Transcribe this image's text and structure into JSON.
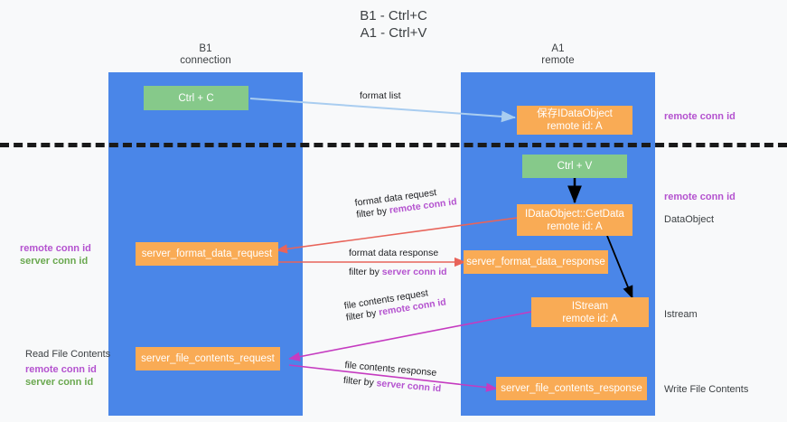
{
  "title": {
    "line1": "B1 - Ctrl+C",
    "line2": "A1 - Ctrl+V"
  },
  "columns": [
    {
      "name": "b1",
      "title": "B1",
      "subtitle": "connection"
    },
    {
      "name": "a1",
      "title": "A1",
      "subtitle": "remote"
    }
  ],
  "nodes": {
    "ctrl_c": {
      "label": "Ctrl + C",
      "color": "#86c98a"
    },
    "save_idataobject": {
      "label": "保存IDataObject",
      "sub": "remote id: A",
      "color": "#f9ab55"
    },
    "ctrl_v": {
      "label": "Ctrl + V",
      "color": "#86c98a"
    },
    "getdata": {
      "label": "IDataObject::GetData",
      "sub": "remote id: A",
      "color": "#f9ab55"
    },
    "server_format_data_request": {
      "label": "server_format_data_request",
      "color": "#f9ab55"
    },
    "server_format_data_response": {
      "label": "server_format_data_response",
      "color": "#f9ab55"
    },
    "istream": {
      "label": "IStream",
      "sub": "remote id: A",
      "color": "#f9ab55"
    },
    "server_file_contents_request": {
      "label": "server_file_contents_request",
      "color": "#f9ab55"
    },
    "server_file_contents_response": {
      "label": "server_file_contents_response",
      "color": "#f9ab55"
    }
  },
  "edge_labels": {
    "format_list": "format list",
    "format_data_request": "format data request",
    "format_data_request_filter_prefix": "filter by ",
    "format_data_request_filter_key": "remote conn id",
    "format_data_response": "format data response",
    "format_data_response_filter_prefix": "filter by ",
    "format_data_response_filter_key": "server conn id",
    "file_contents_request": "file contents request",
    "file_contents_request_filter_prefix": "filter by ",
    "file_contents_request_filter_key": "remote conn id",
    "file_contents_response": "file contents response",
    "file_contents_response_filter_prefix": "filter by ",
    "file_contents_response_filter_key": "server conn id"
  },
  "side_labels": {
    "right_remote_conn_id_top": "remote conn id",
    "right_remote_conn_id_mid": "remote conn id",
    "right_dataobject": "DataObject",
    "right_istream": "Istream",
    "right_write_file_contents": "Write File Contents",
    "left_remote_conn_id_1": "remote conn id",
    "left_server_conn_id_1": "server conn id",
    "left_read_file_contents": "Read File Contents",
    "left_remote_conn_id_2": "remote conn id",
    "left_server_conn_id_2": "server conn id"
  },
  "colors": {
    "lane": "#4a86e8",
    "green_node": "#86c98a",
    "orange_node": "#f9ab55",
    "purple": "#b452cf",
    "green_text": "#6aa84f",
    "arrow_blue": "#a9cdf0",
    "arrow_red": "#e8645a",
    "arrow_magenta": "#c53bc0",
    "arrow_black": "#000000",
    "background": "#f8f9fa"
  }
}
